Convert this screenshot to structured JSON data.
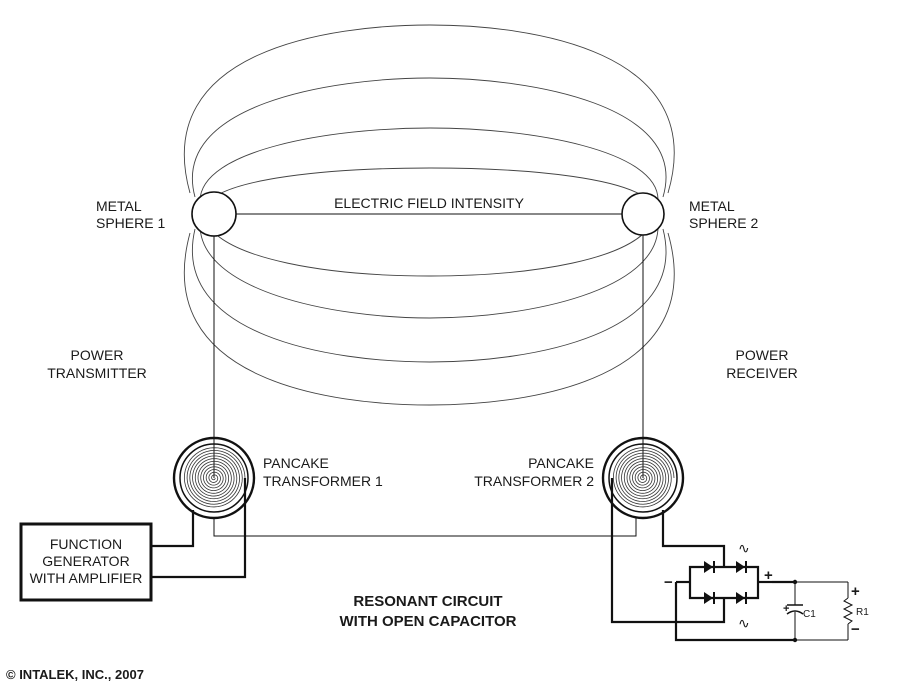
{
  "labels": {
    "sphere1": [
      "METAL",
      "SPHERE 1"
    ],
    "sphere2": [
      "METAL",
      "SPHERE 2"
    ],
    "field": "ELECTRIC FIELD INTENSITY",
    "transmitter": [
      "POWER",
      "TRANSMITTER"
    ],
    "receiver": [
      "POWER",
      "RECEIVER"
    ],
    "transformer1": [
      "PANCAKE",
      "TRANSFORMER 1"
    ],
    "transformer2": [
      "PANCAKE",
      "TRANSFORMER 2"
    ],
    "generator": [
      "FUNCTION",
      "GENERATOR",
      "WITH AMPLIFIER"
    ],
    "title": [
      "RESONANT CIRCUIT",
      "WITH OPEN CAPACITOR"
    ],
    "copyright": "© INTALEK, INC., 2007",
    "c1": "C1",
    "r1": "R1",
    "plus": "+",
    "minus": "−",
    "ac": "∿"
  }
}
